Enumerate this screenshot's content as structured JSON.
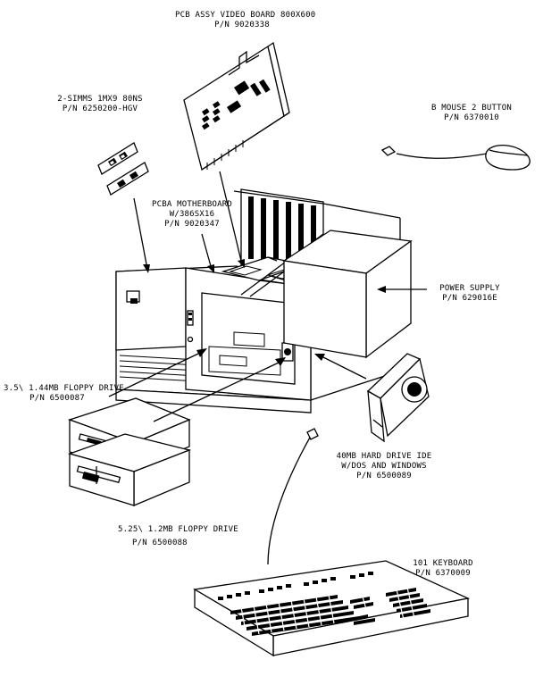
{
  "parts": [
    {
      "id": "video_board",
      "name_line": "PCB ASSY VIDEO BOARD 800X600",
      "pn": "P/N 9020338"
    },
    {
      "id": "simms",
      "name_line": "2-SIMMS 1MX9 80NS",
      "pn": "P/N 6250200-HGV"
    },
    {
      "id": "mouse",
      "name_line": "B MOUSE 2 BUTTON",
      "pn": "P/N 6370010"
    },
    {
      "id": "motherboard",
      "name_line": "PCBA MOTHERBOARD",
      "name_line2": "W/386SX16",
      "pn": "P/N 9020347"
    },
    {
      "id": "power_supply",
      "name_line": "POWER SUPPLY",
      "pn": "P/N 629016E"
    },
    {
      "id": "floppy_35",
      "name_line": "3.5\\ 1.44MB FLOPPY DRIVE",
      "pn": "P/N 6500087"
    },
    {
      "id": "hard_drive",
      "name_line": "40MB HARD DRIVE IDE",
      "name_line2": "W/DOS AND WINDOWS",
      "pn": "P/N 6500089"
    },
    {
      "id": "floppy_525",
      "name_line": "5.25\\ 1.2MB FLOPPY DRIVE",
      "pn": "P/N 6500088"
    },
    {
      "id": "keyboard",
      "name_line": "101 KEYBOARD",
      "pn": "P/N 6370009"
    }
  ]
}
